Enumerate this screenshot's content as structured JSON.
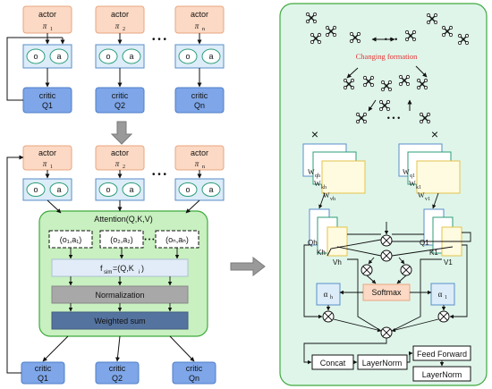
{
  "left_top": {
    "actors": [
      {
        "label": "actor",
        "pi": "π",
        "sub": "1"
      },
      {
        "label": "actor",
        "pi": "π",
        "sub": "2"
      },
      {
        "label": "actor",
        "pi": "π",
        "sub": "n"
      }
    ],
    "obs": "o",
    "act": "a",
    "critics": [
      {
        "label": "critic",
        "q": "Q1"
      },
      {
        "label": "critic",
        "q": "Q2"
      },
      {
        "label": "critic",
        "q": "Qn"
      }
    ],
    "dots": "• • •"
  },
  "left_bottom": {
    "actors": [
      {
        "label": "actor",
        "pi": "π",
        "sub": "1"
      },
      {
        "label": "actor",
        "pi": "π",
        "sub": "2"
      },
      {
        "label": "actor",
        "pi": "π",
        "sub": "n"
      }
    ],
    "obs": "o",
    "act": "a",
    "attention_title": "Attention(Q,K,V)",
    "pairs": [
      "(o₁,a₁)",
      "(o₂,a₂)",
      "(oₙ,aₙ)"
    ],
    "pair_dots": "• • •",
    "fsim": "f",
    "fsim_sub": "sim",
    "fsim_rest": "=(Q,K",
    "fsim_i": "i",
    "fsim_end": ")",
    "normalization": "Normalization",
    "weighted_sum": "Weighted sum",
    "critics": [
      {
        "label": "critic",
        "q": "Q1"
      },
      {
        "label": "critic",
        "q": "Q2"
      },
      {
        "label": "critic",
        "q": "Qn"
      }
    ],
    "dots": "• • •"
  },
  "right": {
    "changing_formation": "Changing formation",
    "formation_dots": "• • •",
    "times": "×",
    "w_left": {
      "q": "W",
      "qs": "qh",
      "k": "W",
      "ks": "kh",
      "v": "W",
      "vs": "vh"
    },
    "w_right": {
      "q": "W",
      "qs": "q1",
      "k": "W",
      "ks": "k1",
      "v": "W",
      "vs": "v1"
    },
    "mats_left": {
      "q": "Qh",
      "k": "Kh",
      "v": "Vh"
    },
    "mats_right": {
      "q": "Q1",
      "k": "K1",
      "v": "V1"
    },
    "softmax": "Softmax",
    "alpha_h": "α",
    "alpha_h_sub": "h",
    "alpha_1": "α",
    "alpha_1_sub": "1",
    "concat": "Concat",
    "layernorm1": "LayerNorm",
    "feedforward": "Feed Forward",
    "layernorm2": "LayerNorm"
  },
  "colors": {
    "actor_fill": "#fbd9c4",
    "critic_fill": "#7ea6e8",
    "oa_fill": "#dcecf8",
    "attention_fill": "#c8f0c0",
    "right_panel_fill": "#dff5ea",
    "softmax_fill": "#fbd9c4",
    "weighted_fill": "#55739f",
    "norm_fill": "#a8a8a8"
  }
}
